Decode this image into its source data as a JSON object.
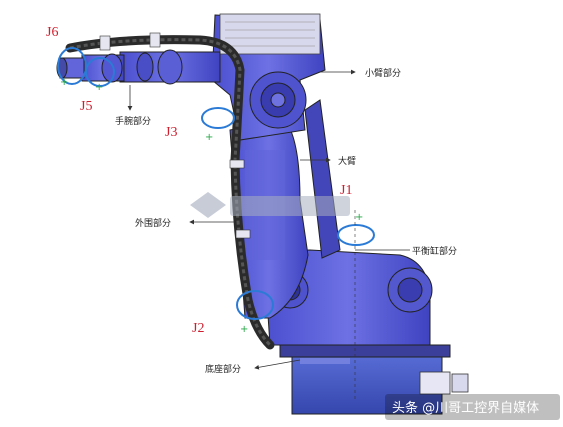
{
  "diagram": {
    "joints": {
      "j1": "J1",
      "j2": "J2",
      "j3": "J3",
      "j5": "J5",
      "j6": "J6"
    },
    "callouts": {
      "forearm": "小臂部分",
      "wrist": "手腕部分",
      "upper_arm": "大臂",
      "peripheral": "外围部分",
      "balance_cylinder": "平衡缸部分",
      "base": "底座部分"
    },
    "watermark": "头条 @川哥工控界自媒体",
    "colors": {
      "robot_body": "#5b5fd6",
      "robot_dark": "#3a3db0",
      "cable": "#2b2b2b",
      "joint_arrow": "#2aa84a",
      "joint_label": "#cc1f2f",
      "base_top": "#4a5fc9"
    }
  }
}
